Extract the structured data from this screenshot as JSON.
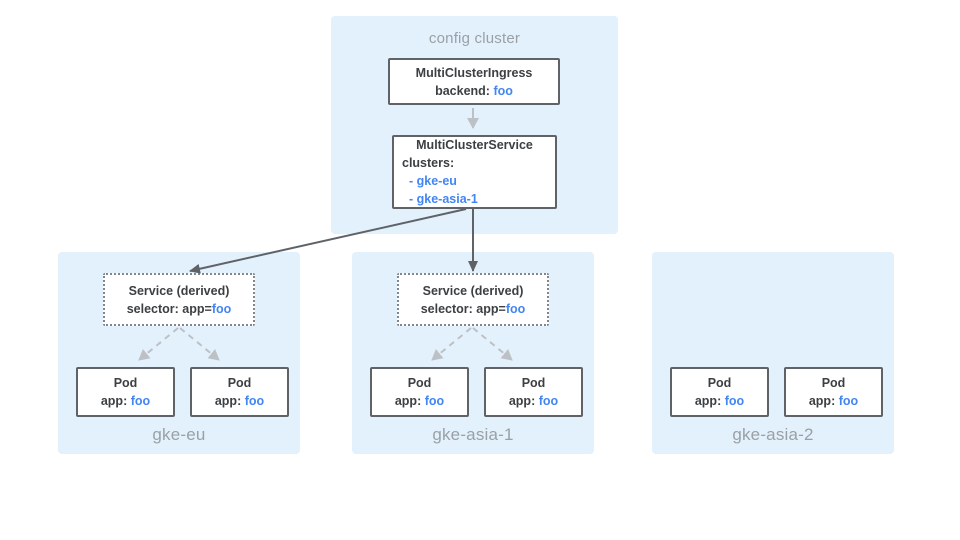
{
  "colors": {
    "panel_background": "#e3f1fc",
    "box_border": "#5f6368",
    "dark_text": "#3c4043",
    "muted_label": "#9aa0a6",
    "accent_blue": "#4285f4",
    "light_arrow": "#bdc1c6",
    "dark_arrow": "#5f6368"
  },
  "config_cluster": {
    "title": "config cluster",
    "ingress": {
      "name": "MultiClusterIngress",
      "backend_label": "backend: ",
      "backend_value": "foo"
    },
    "service": {
      "name": "MultiClusterService",
      "clusters_label": "clusters:",
      "cluster_items": [
        "- gke-eu",
        "- gke-asia-1"
      ]
    }
  },
  "clusters": [
    {
      "name": "gke-eu",
      "service": {
        "title": "Service (derived)",
        "selector_label": "selector: app=",
        "selector_value": "foo"
      },
      "pods": [
        {
          "title": "Pod",
          "app_label": "app: ",
          "app_value": "foo"
        },
        {
          "title": "Pod",
          "app_label": "app: ",
          "app_value": "foo"
        }
      ]
    },
    {
      "name": "gke-asia-1",
      "service": {
        "title": "Service (derived)",
        "selector_label": "selector: app=",
        "selector_value": "foo"
      },
      "pods": [
        {
          "title": "Pod",
          "app_label": "app: ",
          "app_value": "foo"
        },
        {
          "title": "Pod",
          "app_label": "app: ",
          "app_value": "foo"
        }
      ]
    },
    {
      "name": "gke-asia-2",
      "pods": [
        {
          "title": "Pod",
          "app_label": "app: ",
          "app_value": "foo"
        },
        {
          "title": "Pod",
          "app_label": "app: ",
          "app_value": "foo"
        }
      ]
    }
  ]
}
